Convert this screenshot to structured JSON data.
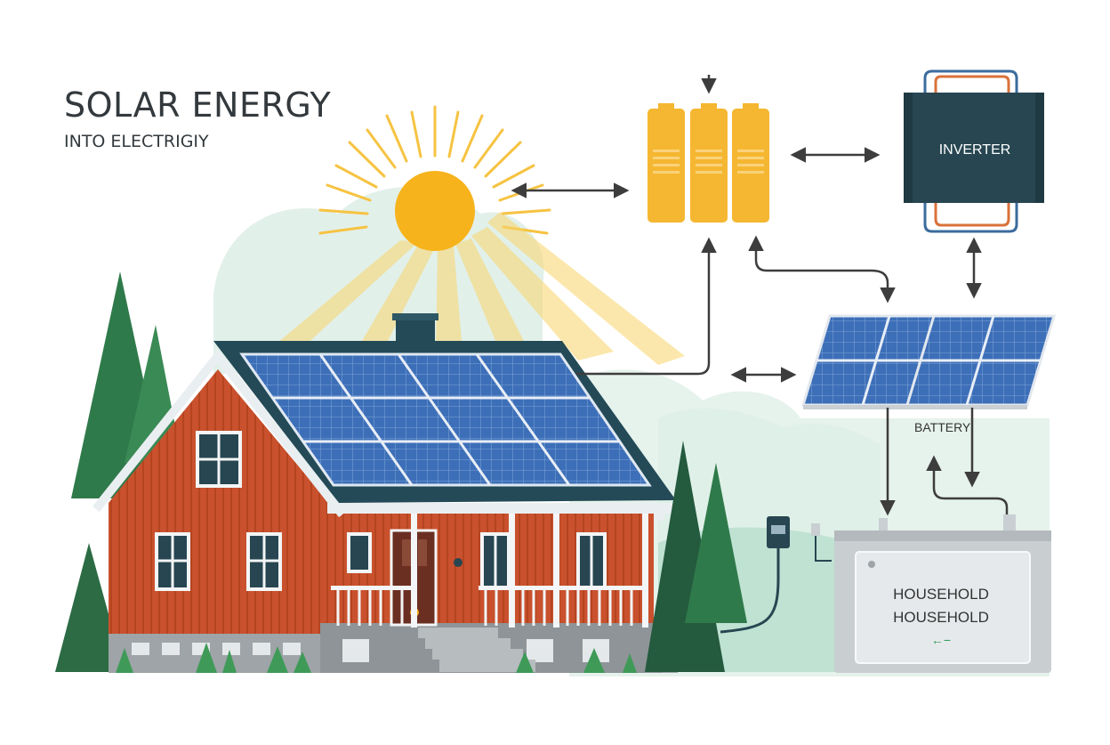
{
  "title": {
    "main": "SOLAR ENERGY",
    "sub": "INTO ELECTRIGIY"
  },
  "labels": {
    "inverter": "INVERTER",
    "battery": "BATTERY",
    "household_line1": "HOUSEHOLD",
    "household_line2": "HOUSEHOLD",
    "household_arrow": "←−"
  },
  "icons": [
    "sun-icon",
    "battery-cells-icon",
    "inverter-icon",
    "solar-panel-icon",
    "house-icon",
    "meter-icon",
    "tree-icon"
  ],
  "colors": {
    "sun": "#f6b31b",
    "battery": "#f5b731",
    "inverter": "#274651",
    "panel": "#3c6eb8",
    "house_wall": "#c9512d",
    "roof": "#234a56",
    "trees": "#2f7a4a",
    "arrows": "#3d3d3d",
    "ground": "#bfe2d3"
  }
}
